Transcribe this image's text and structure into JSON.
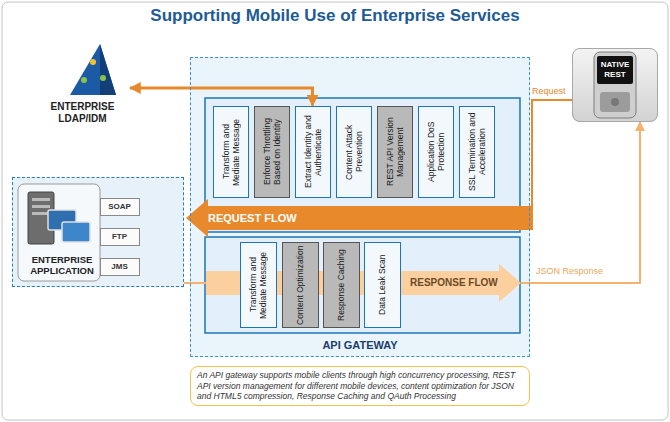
{
  "diagram": {
    "title": "Supporting Mobile Use of Enterprise Services",
    "caption": "An API gateway supports mobile clients through high concurrency processing, REST API version management for different mobile devices, content optimization for JSON and HTML5 compression, Response Caching and QAuth Processing",
    "nodes": [
      {
        "text": [
          "ENTERPRISE LDAP/IDM"
        ]
      },
      {
        "text": [
          "NATIVE REST"
        ]
      },
      {
        "text": [
          "API GATEWAY"
        ]
      },
      {
        "text": [
          "Transform and Mediate Message"
        ],
        "in": 2
      },
      {
        "text": [
          "Enforce Throttling Based on Identity"
        ],
        "in": 2
      },
      {
        "text": [
          "Extract Identity and Authenticate"
        ],
        "in": 2
      },
      {
        "text": [
          "Content Attack Prevention"
        ],
        "in": 2
      },
      {
        "text": [
          "REST API Version Management"
        ],
        "in": 2
      },
      {
        "text": [
          "Application DoS Protection"
        ],
        "in": 2
      },
      {
        "text": [
          "SSL Termination and Acceleration"
        ],
        "in": 2
      },
      {
        "text": [
          "ENTERPRISE APPLICATION"
        ]
      },
      {
        "text": [
          "SOAP"
        ],
        "in": 10
      },
      {
        "text": [
          "FTP"
        ],
        "in": 10
      },
      {
        "text": [
          "JMS"
        ],
        "in": 10
      },
      {
        "text": [
          "Transform and Mediate Message"
        ],
        "in": 2
      },
      {
        "text": [
          "Content Optimization"
        ],
        "in": 2
      },
      {
        "text": [
          "Response Caching"
        ],
        "in": 2
      },
      {
        "text": [
          "Data Leak Scan"
        ],
        "in": 2
      }
    ],
    "edges": [
      {
        "from": 5,
        "to": 0,
        "arrow": "both"
      },
      {
        "from": 1,
        "to": 10,
        "label": "REQUEST FLOW",
        "arrow": "to"
      },
      {
        "from": 10,
        "to": 1,
        "label": "RESPONSE FLOW",
        "arrow": "to"
      }
    ],
    "labels": [
      "Request",
      "JSON Response"
    ]
  }
}
